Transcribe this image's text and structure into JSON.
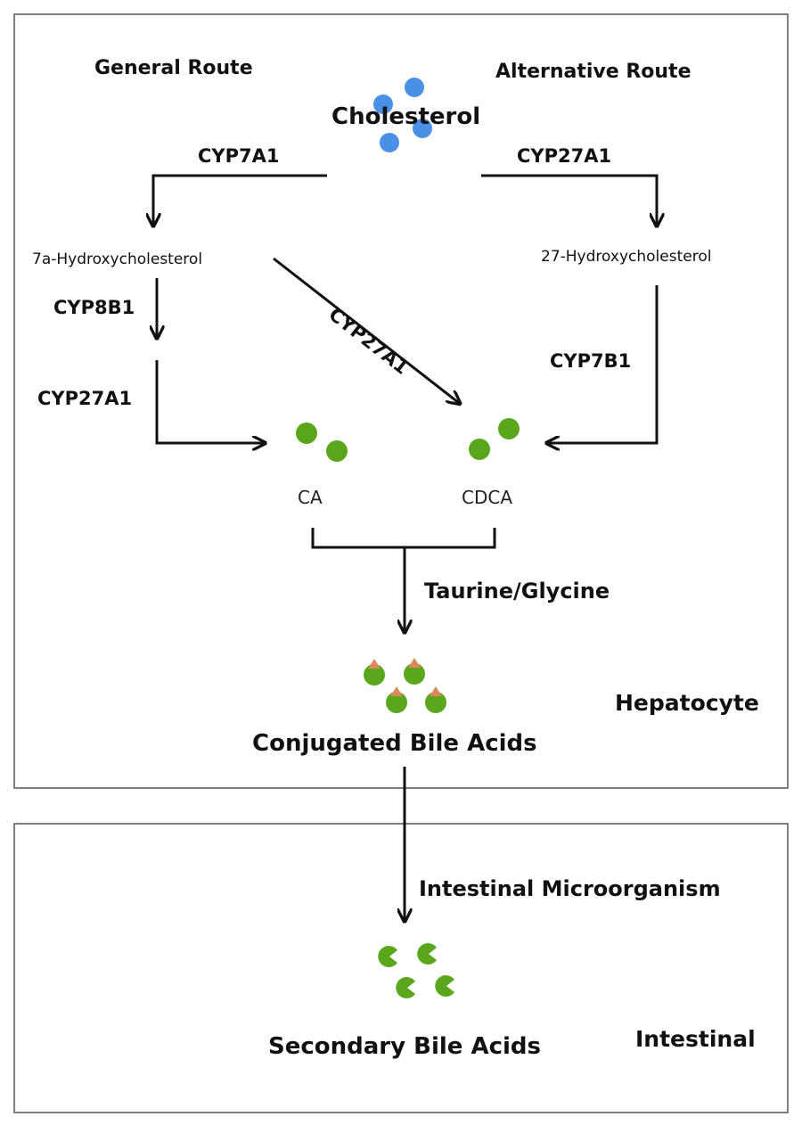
{
  "routes": {
    "general": "General Route",
    "alternative": "Alternative Route"
  },
  "compounds": {
    "cholesterol": "Cholesterol",
    "hydroxy7a": "7a-Hydroxycholesterol",
    "hydroxy27": "27-Hydroxycholesterol",
    "ca": "CA",
    "cdca": "CDCA",
    "conjugated": "Conjugated Bile Acids",
    "secondary": "Secondary Bile Acids"
  },
  "enzymes": {
    "cyp7a1": "CYP7A1",
    "cyp27a1_top": "CYP27A1",
    "cyp8b1": "CYP8B1",
    "cyp27a1_left": "CYP27A1",
    "cyp27a1_diag": "CYP27A1",
    "cyp7b1": "CYP7B1"
  },
  "steps": {
    "conjugation": "Taurine/Glycine",
    "microbe": "Intestinal Microorganism"
  },
  "compartments": {
    "liver": "Hepatocyte",
    "gut": "Intestinal"
  },
  "colors": {
    "line": "#111111",
    "cholesterol_dot": "#4a90e6",
    "acid_green": "#5aa61c",
    "tag_orange": "#d98a5a",
    "border": "#555555"
  }
}
